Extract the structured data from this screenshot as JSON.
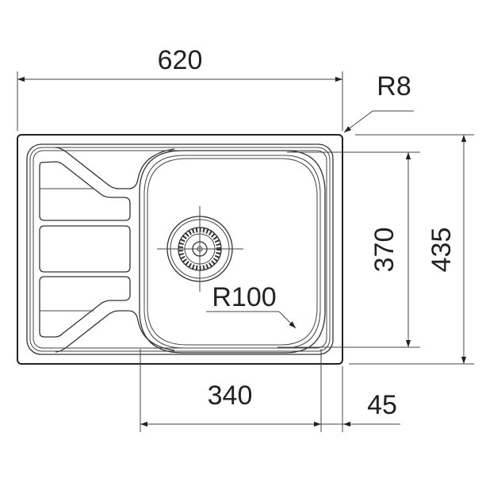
{
  "drawing": {
    "dimensions": {
      "overall_width": "620",
      "corner_radius": "R8",
      "bowl_depth": "370",
      "overall_depth": "435",
      "bowl_width": "340",
      "edge_offset": "45",
      "bowl_radius": "R100"
    },
    "line_color": "#222222",
    "background": "#ffffff"
  }
}
